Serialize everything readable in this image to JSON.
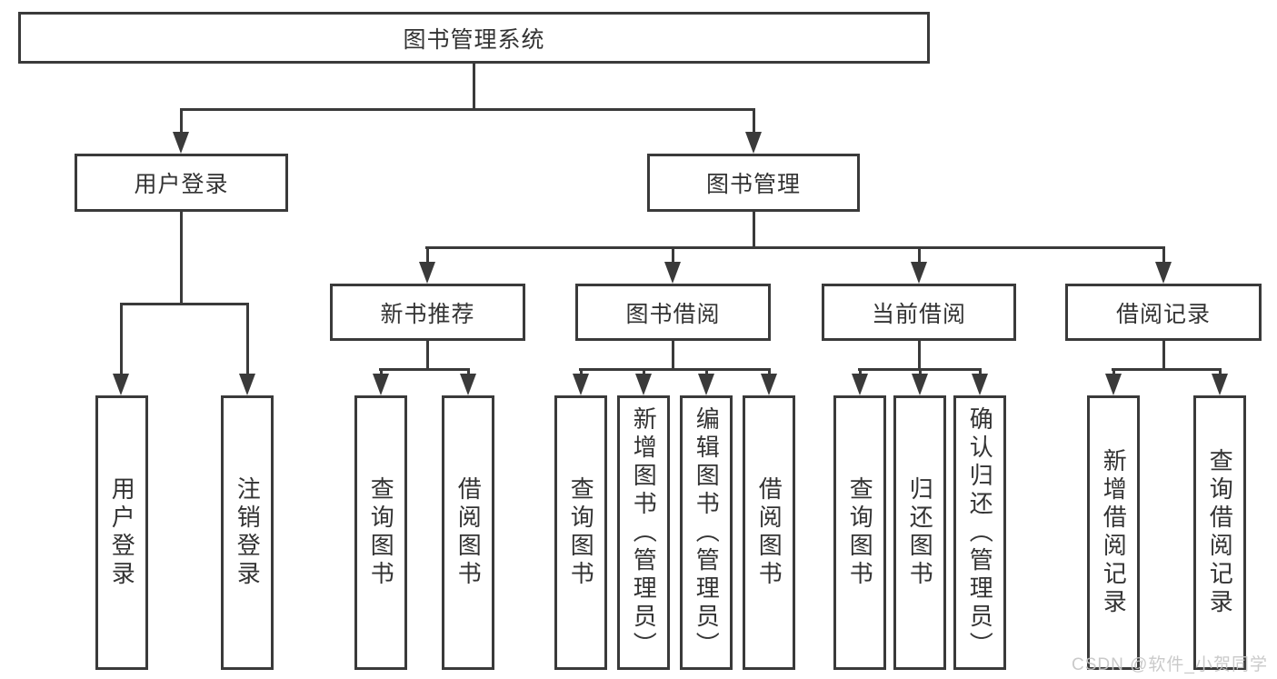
{
  "colors": {
    "line": "#3a3a3a",
    "node_border": "#3a3a3a",
    "node_text": "#333333",
    "background": "#ffffff",
    "watermark_text": "#c6c6c6"
  },
  "watermark": "CSDN @软件_小贺同学",
  "tree": {
    "root": {
      "label": "图书管理系统"
    },
    "branches": [
      {
        "label": "用户登录",
        "children": [
          {
            "label": "用户登录"
          },
          {
            "label": "注销登录"
          }
        ]
      },
      {
        "label": "图书管理",
        "children": [
          {
            "label": "新书推荐",
            "children": [
              {
                "label": "查询图书"
              },
              {
                "label": "借阅图书"
              }
            ]
          },
          {
            "label": "图书借阅",
            "children": [
              {
                "label": "查询图书"
              },
              {
                "label": "新增图书（管理员）"
              },
              {
                "label": "编辑图书（管理员）"
              },
              {
                "label": "借阅图书"
              }
            ]
          },
          {
            "label": "当前借阅",
            "children": [
              {
                "label": "查询图书"
              },
              {
                "label": "归还图书"
              },
              {
                "label": "确认归还（管理员）"
              }
            ]
          },
          {
            "label": "借阅记录",
            "children": [
              {
                "label": "新增借阅记录"
              },
              {
                "label": "查询借阅记录"
              }
            ]
          }
        ]
      }
    ]
  }
}
